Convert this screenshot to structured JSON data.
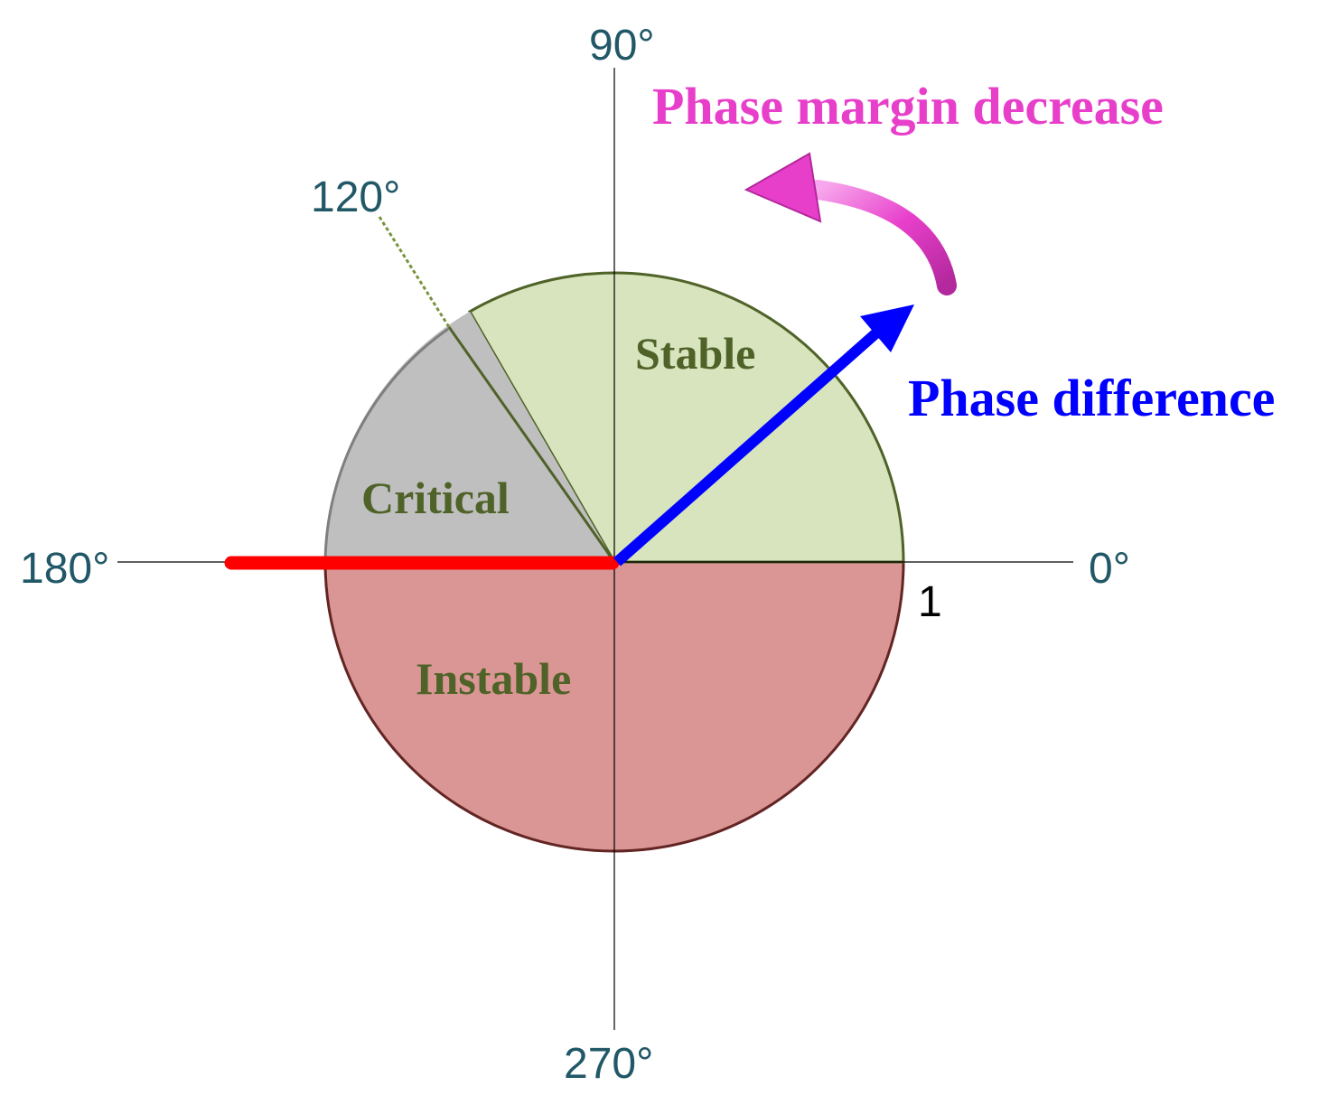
{
  "axes": {
    "angle_0": "0°",
    "angle_90": "90°",
    "angle_180": "180°",
    "angle_270": "270°",
    "angle_120": "120°",
    "unit_radius_label": "1"
  },
  "regions": {
    "stable": "Stable",
    "critical": "Critical",
    "instable": "Instable"
  },
  "annotations": {
    "phase_margin": "Phase margin decrease",
    "phase_difference": "Phase difference"
  },
  "colors": {
    "stable_fill": "#D7E4BD",
    "stable_stroke": "#4F6228",
    "critical_fill": "#BFBFBF",
    "critical_stroke": "#7F7F7F",
    "instable_fill": "#D99694",
    "instable_stroke": "#632523",
    "phase_vector": "#0000FF",
    "critical_axis": "#FF0000",
    "margin_arrow": "#E83FCB",
    "axis_text": "#215867"
  }
}
